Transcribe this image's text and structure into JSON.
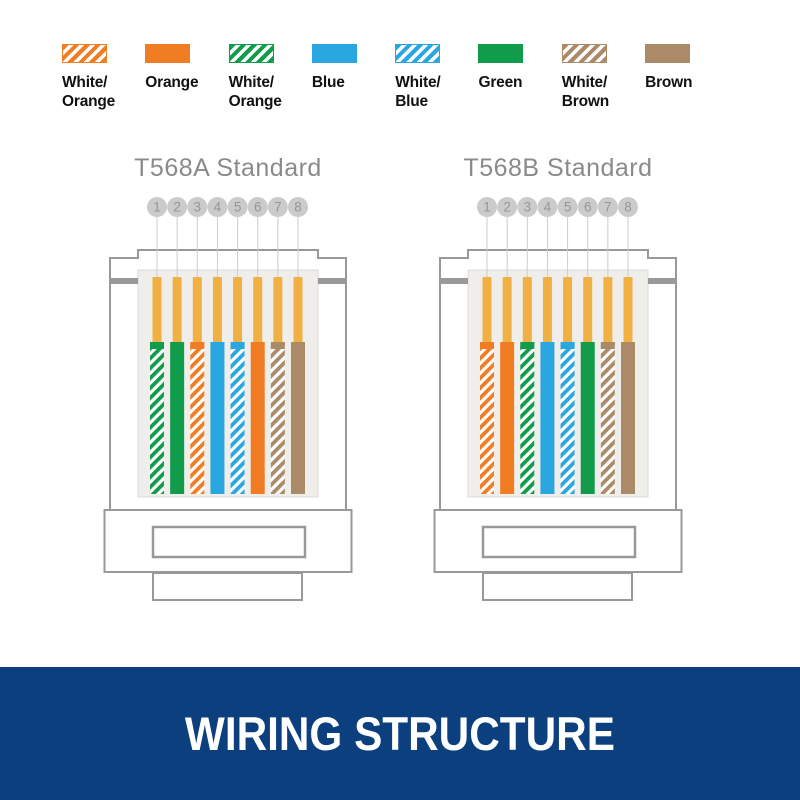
{
  "colors": {
    "orange": "#F07D23",
    "green": "#119C4B",
    "blue": "#2AA7E0",
    "brown": "#AB8A68",
    "gold": "#F1B043",
    "outline_gray": "#999999",
    "panel_fill": "#EFEEEB",
    "panel_border": "#DCDBD8",
    "leader_line": "#CCCCCC",
    "circle_fill": "#CBCBCB",
    "circle_text": "#969696",
    "title_gray": "#8A8A8A",
    "label_black": "#111111",
    "banner_bg": "#0B3F7E",
    "banner_text_color": "#FFFFFF"
  },
  "legend": {
    "items": [
      {
        "label": "White/\nOrange",
        "pattern": "striped",
        "color": "orange"
      },
      {
        "label": "Orange",
        "pattern": "solid",
        "color": "orange"
      },
      {
        "label": "White/\nOrange",
        "pattern": "striped",
        "color": "green"
      },
      {
        "label": "Blue",
        "pattern": "solid",
        "color": "blue"
      },
      {
        "label": "White/\nBlue",
        "pattern": "striped",
        "color": "blue"
      },
      {
        "label": "Green",
        "pattern": "solid",
        "color": "green"
      },
      {
        "label": "White/\nBrown",
        "pattern": "striped",
        "color": "brown"
      },
      {
        "label": "Brown",
        "pattern": "solid",
        "color": "brown"
      }
    ]
  },
  "diagrams": [
    {
      "title": "T568A Standard",
      "pins": [
        "1",
        "2",
        "3",
        "4",
        "5",
        "6",
        "7",
        "8"
      ],
      "wires": [
        {
          "name": "white-green-wire",
          "pattern": "striped",
          "color": "green"
        },
        {
          "name": "green-wire",
          "pattern": "solid",
          "color": "green"
        },
        {
          "name": "white-orange-wire",
          "pattern": "striped",
          "color": "orange"
        },
        {
          "name": "blue-wire",
          "pattern": "solid",
          "color": "blue"
        },
        {
          "name": "white-blue-wire",
          "pattern": "striped",
          "color": "blue"
        },
        {
          "name": "orange-wire",
          "pattern": "solid",
          "color": "orange"
        },
        {
          "name": "white-brown-wire",
          "pattern": "striped",
          "color": "brown"
        },
        {
          "name": "brown-wire",
          "pattern": "solid",
          "color": "brown"
        }
      ]
    },
    {
      "title": "T568B Standard",
      "pins": [
        "1",
        "2",
        "3",
        "4",
        "5",
        "6",
        "7",
        "8"
      ],
      "wires": [
        {
          "name": "white-orange-wire",
          "pattern": "striped",
          "color": "orange"
        },
        {
          "name": "orange-wire",
          "pattern": "solid",
          "color": "orange"
        },
        {
          "name": "white-green-wire",
          "pattern": "striped",
          "color": "green"
        },
        {
          "name": "blue-wire",
          "pattern": "solid",
          "color": "blue"
        },
        {
          "name": "white-blue-wire",
          "pattern": "striped",
          "color": "blue"
        },
        {
          "name": "green-wire",
          "pattern": "solid",
          "color": "green"
        },
        {
          "name": "white-brown-wire",
          "pattern": "striped",
          "color": "brown"
        },
        {
          "name": "brown-wire",
          "pattern": "solid",
          "color": "brown"
        }
      ]
    }
  ],
  "banner": {
    "text": "WIRING STRUCTURE"
  }
}
